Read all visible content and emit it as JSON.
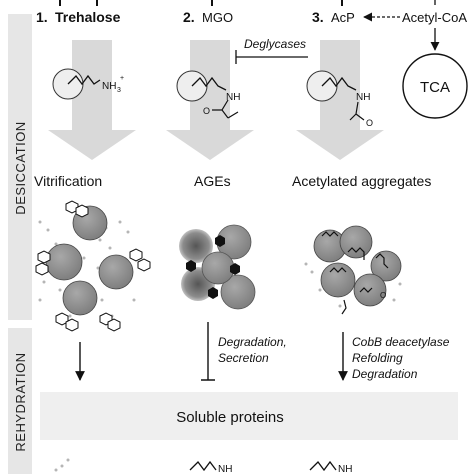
{
  "side_labels": {
    "top": "DESICCATION",
    "bottom": "REHYDRATION"
  },
  "columns": [
    {
      "number": "1.",
      "title": "Trehalose",
      "outcome": "Vitrification"
    },
    {
      "number": "2.",
      "title": "MGO",
      "outcome": "AGEs"
    },
    {
      "number": "3.",
      "title": "AcP",
      "outcome": "Acetylated aggregates"
    }
  ],
  "deglycases": "Deglycases",
  "acetyl_coa": "Acetyl-CoA",
  "tca": "TCA",
  "molecule_nh3": "NH",
  "molecule_nh3_sub": "3",
  "molecule_nh3_sup": "+",
  "molecule_nh": "NH",
  "oxygen": "O",
  "degradation_secretion": [
    "Degradation,",
    "Secretion"
  ],
  "cobb_lines": [
    "CobB deacetylase",
    "Refolding",
    "Degradation"
  ],
  "soluble_proteins": "Soluble proteins",
  "colors": {
    "sidebar": "#e6e6e6",
    "arrow": "#d9d9d9",
    "sphere": "#8f8f8f",
    "box": "#efefef"
  }
}
